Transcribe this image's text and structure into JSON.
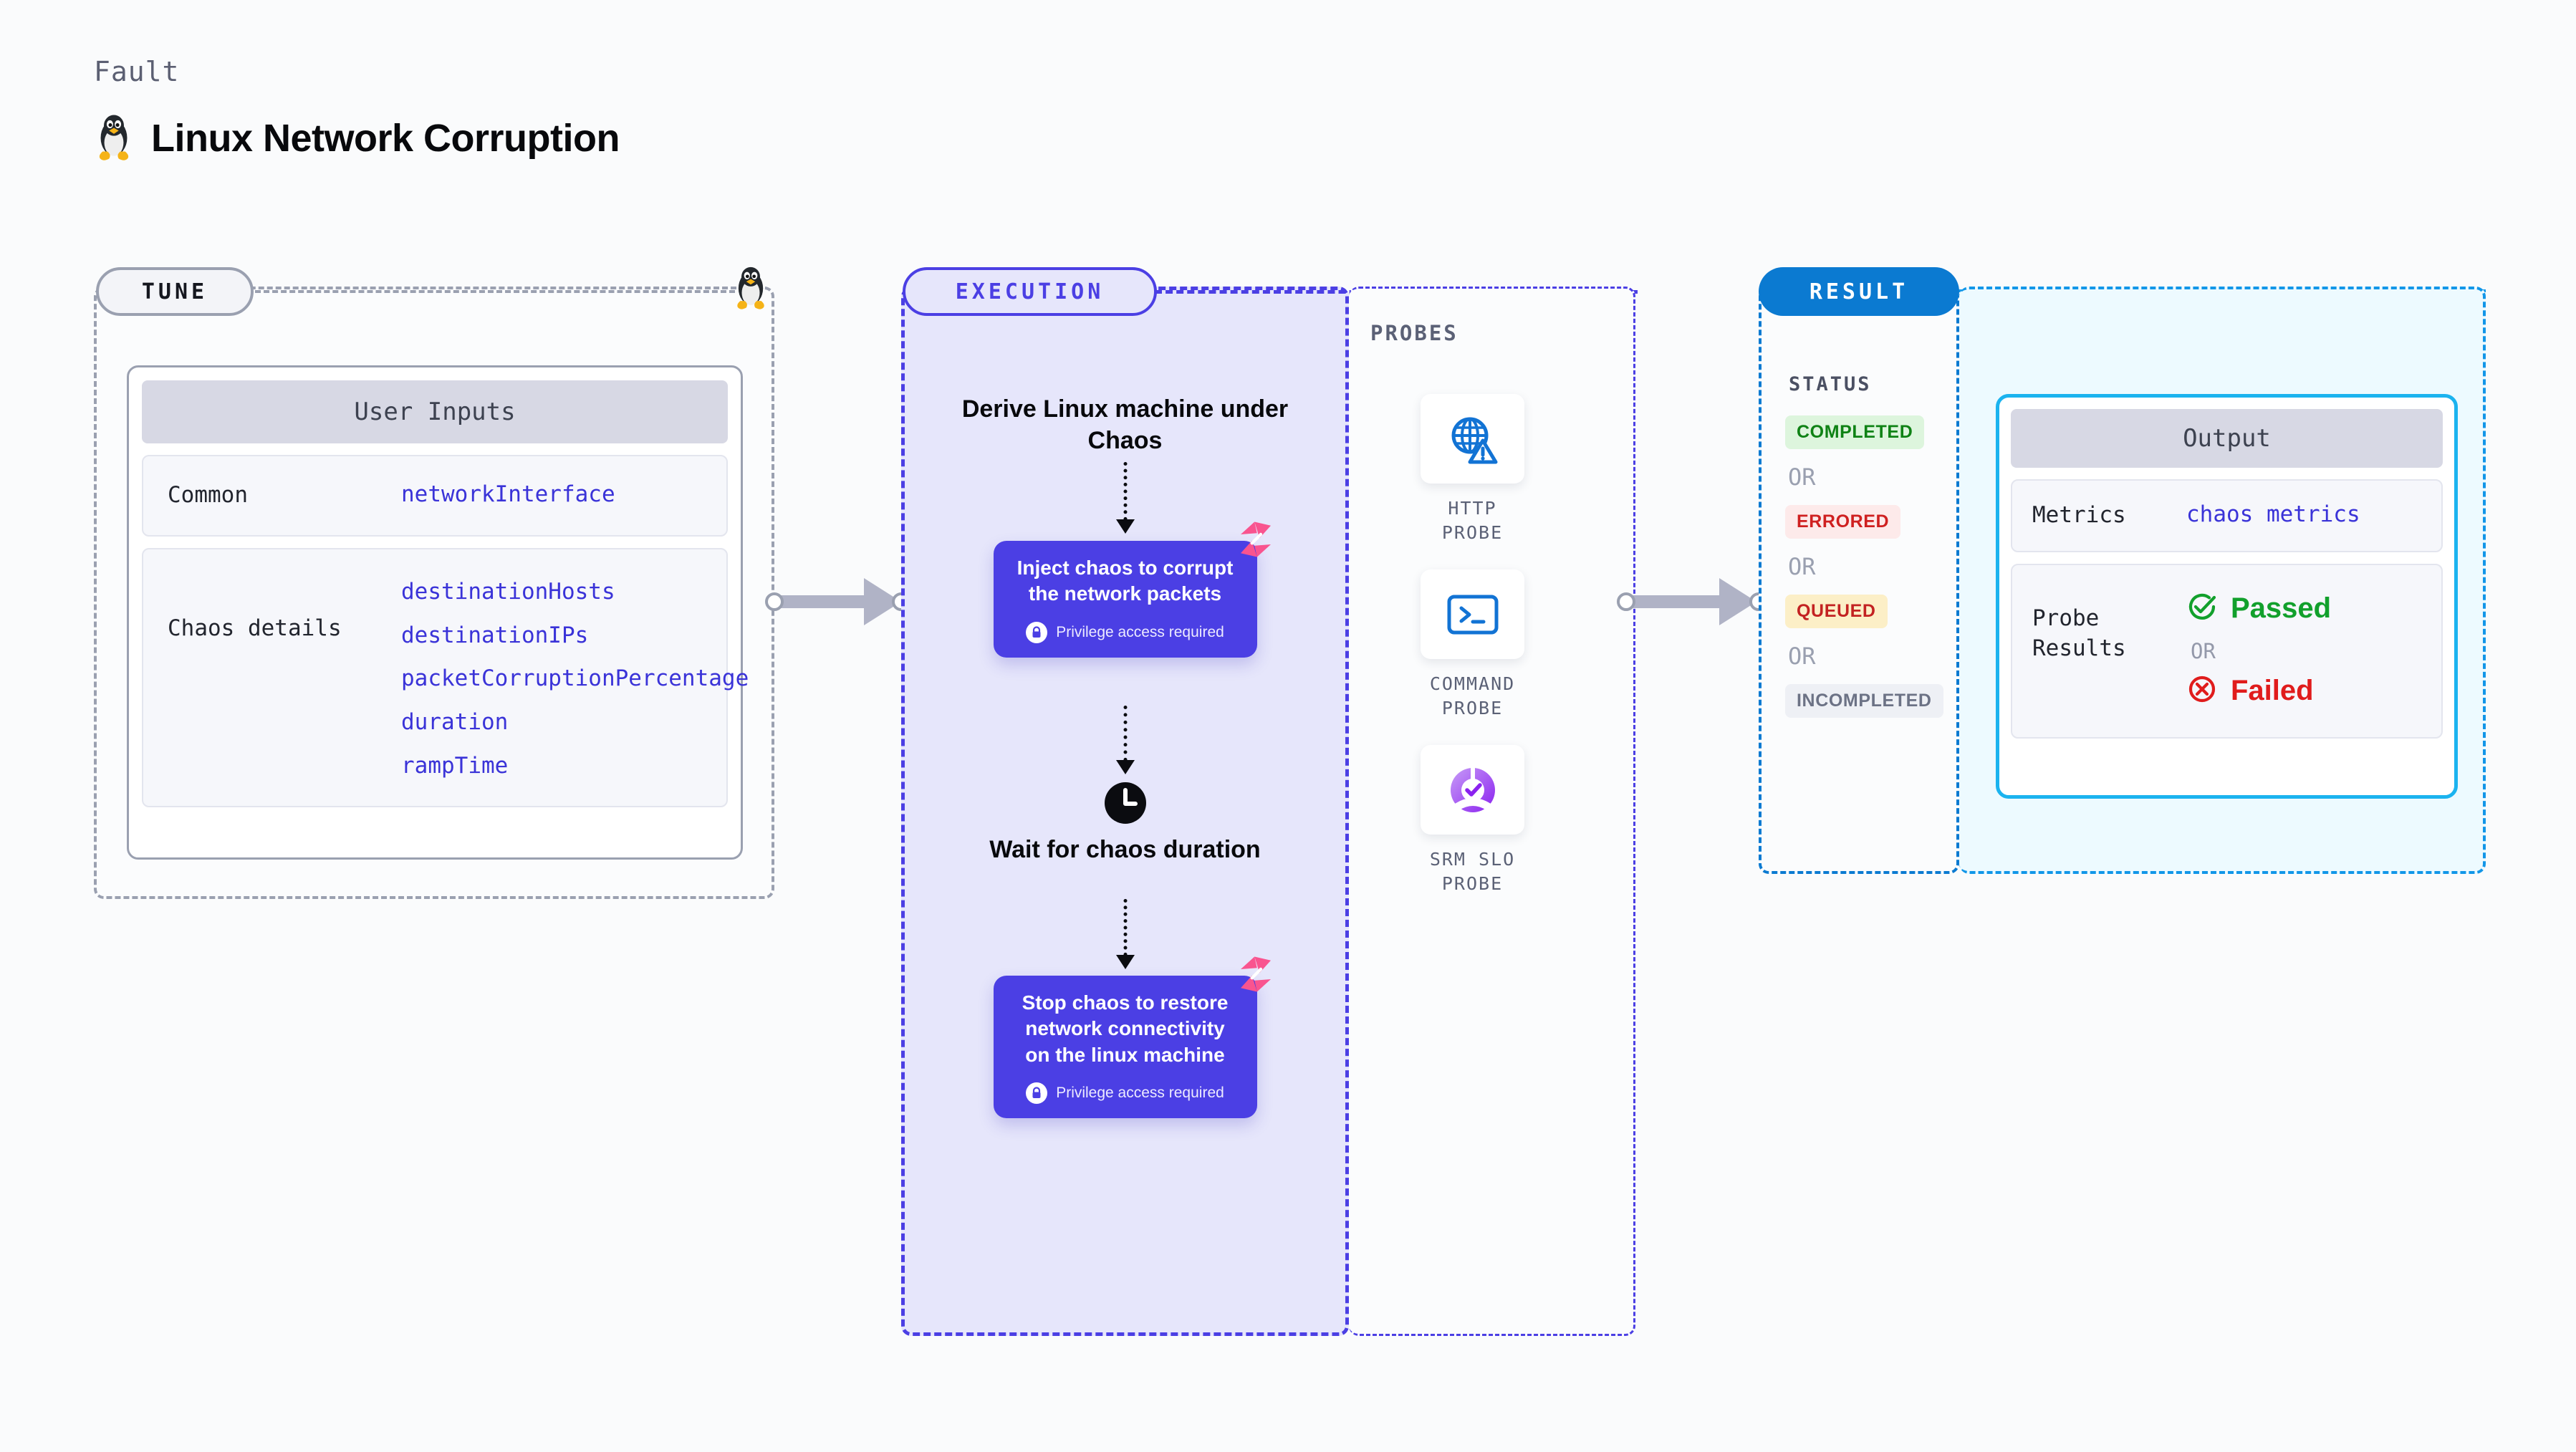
{
  "header": {
    "kicker": "Fault",
    "title": "Linux Network Corruption",
    "icon": "linux-penguin-icon"
  },
  "tune": {
    "pill_label": "TUNE",
    "side_icon": "linux-penguin-icon",
    "card_title": "User Inputs",
    "rows": [
      {
        "label": "Common",
        "values": [
          "networkInterface"
        ]
      },
      {
        "label": "Chaos details",
        "values": [
          "destinationHosts",
          "destinationIPs",
          "packetCorruptionPercentage",
          "duration",
          "rampTime"
        ]
      }
    ]
  },
  "execution": {
    "pill_label": "EXECUTION",
    "head": "Derive Linux machine under Chaos",
    "steps": [
      {
        "title": "Inject chaos to corrupt the network packets",
        "privilege": "Privilege access required",
        "badge_icon": "harness-logo-icon",
        "lock_icon": "lock-icon"
      },
      {
        "title": "Stop chaos to restore network connectivity on the linux machine",
        "privilege": "Privilege access required",
        "badge_icon": "harness-logo-icon",
        "lock_icon": "lock-icon"
      }
    ],
    "wait": {
      "icon": "clock-icon",
      "label": "Wait for chaos duration"
    }
  },
  "probes": {
    "section_label": "PROBES",
    "items": [
      {
        "name": "HTTP PROBE",
        "icon": "globe-warning-icon"
      },
      {
        "name": "COMMAND\nPROBE",
        "icon": "terminal-icon"
      },
      {
        "name": "SRM SLO\nPROBE",
        "icon": "slo-donut-check-icon"
      }
    ]
  },
  "result": {
    "pill_label": "RESULT",
    "status_label": "STATUS",
    "or_label": "OR",
    "statuses": [
      {
        "text": "COMPLETED",
        "style": "b-completed"
      },
      {
        "text": "ERRORED",
        "style": "b-errored"
      },
      {
        "text": "QUEUED",
        "style": "b-queued"
      },
      {
        "text": "INCOMPLETED",
        "style": "b-incompleted"
      }
    ]
  },
  "output": {
    "card_title": "Output",
    "metrics_label": "Metrics",
    "metrics_value": "chaos metrics",
    "probe_results_label": "Probe\nResults",
    "or_label": "OR",
    "passed": {
      "text": "Passed",
      "icon": "check-circle-icon"
    },
    "failed": {
      "text": "Failed",
      "icon": "x-circle-icon"
    }
  },
  "colors": {
    "accent_purple": "#4b3fe4",
    "accent_blue": "#0b7ad1",
    "accent_cyan": "#1bb3ef",
    "harness_pink": "#f9548f",
    "pass_green": "#12a02c",
    "fail_red": "#e01c1c",
    "connector_grey": "#b0b3c6"
  }
}
